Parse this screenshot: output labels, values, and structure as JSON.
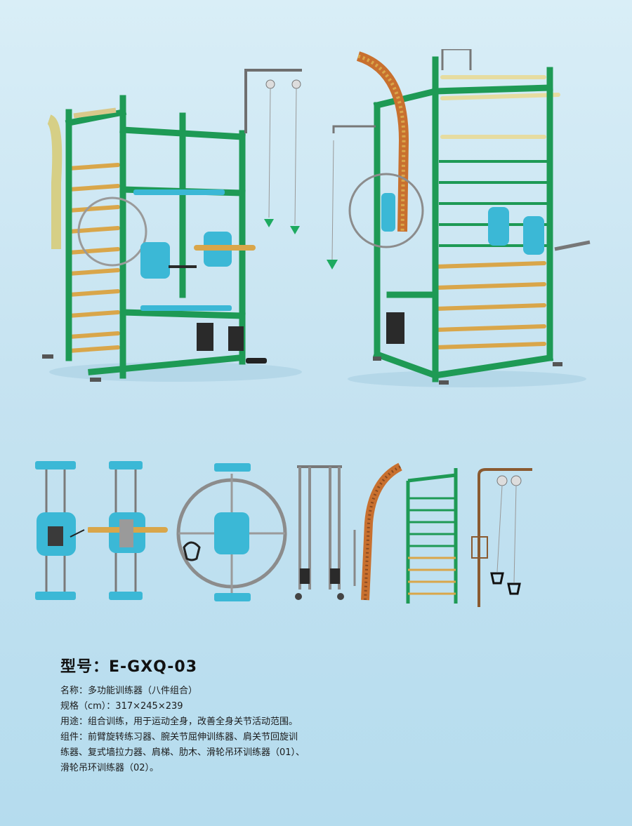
{
  "product": {
    "model_label": "型号：E-GXQ-03",
    "lines": [
      "名称：多功能训练器（八件组合）",
      "规格（cm）：317×245×239",
      "用途：组合训练，用于运动全身，改善全身关节活动范围。",
      "组件：前臂旋转练习器、腕关节屈伸训练器、肩关节回旋训",
      "练器、复式墙拉力器、肩梯、肋木、滑轮吊环训练器（01）、",
      "滑轮吊环训练器（02）。"
    ]
  },
  "colors": {
    "frame_green": "#1e9a55",
    "pad_blue": "#3bb8d6",
    "wood": "#d9a64a",
    "metal": "#8c8c8c",
    "dark": "#2a2a2a"
  }
}
